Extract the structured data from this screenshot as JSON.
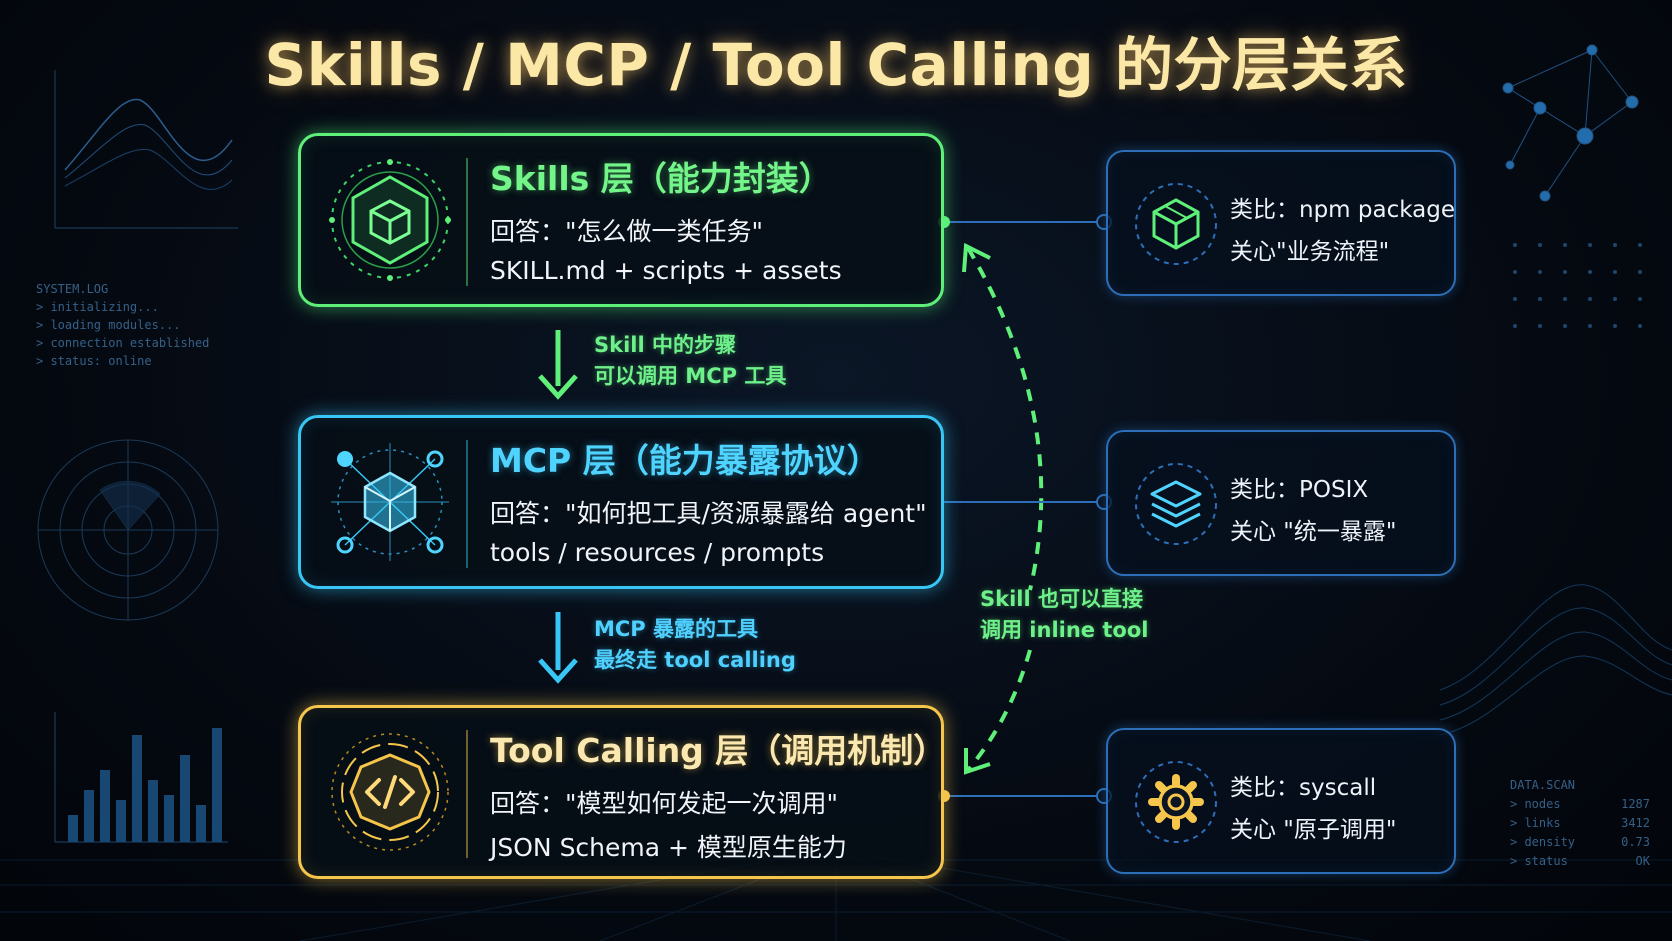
{
  "title": "Skills / MCP / Tool Calling 的分层关系",
  "layers": [
    {
      "title": "Skills 层（能力封装）",
      "question": "回答：\"怎么做一类任务\"",
      "detail": "SKILL.md + scripts + assets",
      "icon": "cube-icon",
      "color": "#5ff07a"
    },
    {
      "title": "MCP 层（能力暴露协议）",
      "question": "回答：\"如何把工具/资源暴露给 agent\"",
      "detail": "tools / resources / prompts",
      "icon": "network-cube-icon",
      "color": "#37c6f5"
    },
    {
      "title": "Tool Calling 层（调用机制）",
      "question": "回答：\"模型如何发起一次调用\"",
      "detail": "JSON Schema + 模型原生能力",
      "icon": "code-icon",
      "color": "#f6c54b"
    }
  ],
  "analogies": [
    {
      "line1": "类比：npm package",
      "line2": "关心\"业务流程\"",
      "icon": "package-icon"
    },
    {
      "line1": "类比：POSIX",
      "line2": "关心 \"统一暴露\"",
      "icon": "layers-icon"
    },
    {
      "line1": "类比：syscall",
      "line2": "关心 \"原子调用\"",
      "icon": "gear-icon"
    }
  ],
  "annotations": {
    "skills_to_mcp": [
      "Skill 中的步骤",
      "可以调用 MCP 工具"
    ],
    "mcp_to_tool": [
      "MCP 暴露的工具",
      "最终走 tool calling"
    ],
    "skill_inline": [
      "Skill 也可以直接",
      "调用 inline tool"
    ]
  },
  "decor": {
    "syslog": [
      "SYSTEM.LOG",
      "> initializing...",
      "> loading modules...",
      "> connection established",
      "> status: online"
    ],
    "datascan_title": "DATA.SCAN",
    "datascan_rows": [
      {
        "k": "> nodes",
        "v": "1287"
      },
      {
        "k": "> links",
        "v": "3412"
      },
      {
        "k": "> density",
        "v": "0.73"
      },
      {
        "k": "> status",
        "v": "OK"
      }
    ]
  }
}
